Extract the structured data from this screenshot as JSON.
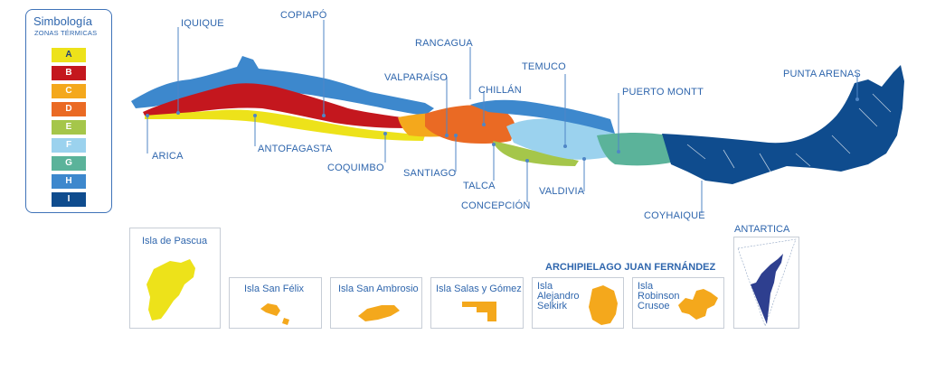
{
  "legend": {
    "title": "Simbología",
    "subtitle": "ZONAS TÉRMICAS",
    "zones": [
      {
        "label": "A",
        "color": "#ede21a",
        "text_color": "#1f3f78"
      },
      {
        "label": "B",
        "color": "#c4171e",
        "text_color": "#ffffff"
      },
      {
        "label": "C",
        "color": "#f4a81c",
        "text_color": "#ffffff"
      },
      {
        "label": "D",
        "color": "#ea6a24",
        "text_color": "#ffffff"
      },
      {
        "label": "E",
        "color": "#a5c64a",
        "text_color": "#ffffff"
      },
      {
        "label": "F",
        "color": "#9bd2ee",
        "text_color": "#ffffff"
      },
      {
        "label": "G",
        "color": "#5bb39a",
        "text_color": "#ffffff"
      },
      {
        "label": "H",
        "color": "#3d88cd",
        "text_color": "#ffffff"
      },
      {
        "label": "I",
        "color": "#0f4c8e",
        "text_color": "#ffffff"
      }
    ]
  },
  "cities": {
    "iquique": "IQUIQUE",
    "copiapo": "COPIAPÓ",
    "rancagua": "RANCAGUA",
    "valparaiso": "VALPARAÍSO",
    "temuco": "TEMUCO",
    "chillan": "CHILLÁN",
    "puerto_montt": "PUERTO MONTT",
    "punta_arenas": "PUNTA ARENAS",
    "arica": "ARICA",
    "antofagasta": "ANTOFAGASTA",
    "coquimbo": "COQUIMBO",
    "santiago": "SANTIAGO",
    "talca": "TALCA",
    "concepcion": "CONCEPCIÓN",
    "valdivia": "VALDIVIA",
    "coyhaique": "COYHAIQUE"
  },
  "insets": {
    "pascua": "Isla de Pascua",
    "san_felix": "Isla San Félix",
    "san_ambrosio": "Isla San Ambrosio",
    "salas_gomez": "Isla Salas y Gómez",
    "juan_fernandez_title": "ARCHIPIELAGO JUAN FERNÁNDEZ",
    "selkirk": [
      "Isla",
      "Alejandro",
      "Selkirk"
    ],
    "crusoe": [
      "Isla",
      "Robinson",
      "Crusoe"
    ],
    "antartica": "ANTARTICA"
  }
}
